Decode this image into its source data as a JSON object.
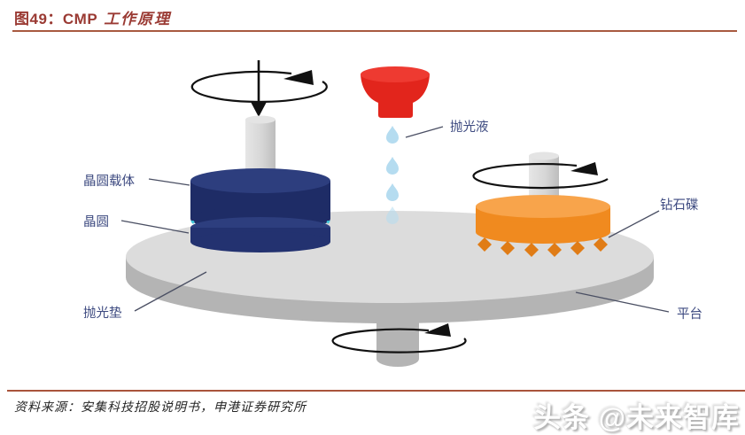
{
  "figure": {
    "title_prefix": "图49：CMP",
    "title_suffix": "工作原理",
    "source": "资料来源：安集科技招股说明书，申港证券研究所",
    "watermark": "头条 @未来智库"
  },
  "diagram": {
    "labels": {
      "wafer_carrier": "晶圆载体",
      "wafer": "晶圆",
      "polishing_pad": "抛光垫",
      "polishing_liquid": "抛光液",
      "diamond_disk": "钻石碟",
      "platform": "平台"
    },
    "colors": {
      "title_red": "#9a3a33",
      "rule_red": "#a85a40",
      "footer_rule_red": "#a9543b",
      "label_navy": "#3d4a80",
      "carrier_navy": "#1e2c66",
      "carrier_top_navy": "#2d3e7e",
      "slurry_cyan": "#3fc6da",
      "funnel_red": "#e2251c",
      "droplet_blue": "#b5dcf0",
      "disk_orange": "#f08a1f",
      "disk_top_orange": "#f8a44b",
      "diamond_orange": "#e07c16",
      "platform_gray": "#dcdcdc",
      "platform_rim_gray": "#b4b4b4"
    }
  }
}
